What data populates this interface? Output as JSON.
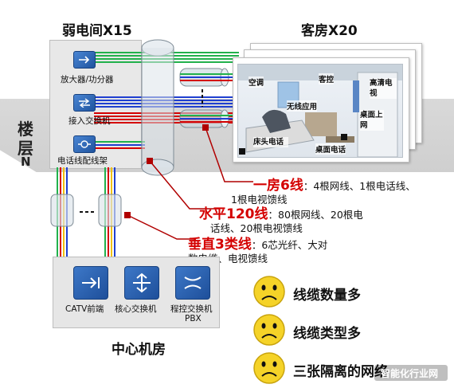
{
  "floor": {
    "label_line1": "楼",
    "label_line2": "层",
    "label_line3": "N"
  },
  "weak_room": {
    "title": "弱电间X15",
    "devices": [
      "放大器/功分器",
      "接入交换机",
      "电话线配线架"
    ]
  },
  "guest_room": {
    "title": "客房X20",
    "labels": {
      "ac": "空调",
      "control": "客控",
      "tv": "高清电视",
      "wireless": "无线应用",
      "desk_net": "桌面上网",
      "bed_phone": "床头电话",
      "desk_phone": "桌面电话"
    }
  },
  "callouts": {
    "room": {
      "big": "一房6线",
      "text_a": "：4根网线、1根电话线、",
      "text_b": "1根电视馈线"
    },
    "horizontal": {
      "big": "水平120线",
      "text_a": "：80根网线、20根电",
      "text_b": "话线、20根电视馈线"
    },
    "vertical": {
      "big": "垂直3类线",
      "text_a": "：6芯光纤、大对",
      "text_b": "数电缆、电视馈线"
    }
  },
  "center_room": {
    "title": "中心机房",
    "devices": [
      "CATV前端",
      "核心交换机",
      "程控交换机"
    ],
    "pbx": "PBX"
  },
  "issues": [
    "线缆数量多",
    "线缆类型多",
    "三张隔离的网络"
  ],
  "watermark": "智能化行业网",
  "colors": {
    "red": "#d40000",
    "green": "#22b14c",
    "blue": "#1f3fd0",
    "face": "#f5d328",
    "purple": "#8b2b8b"
  }
}
